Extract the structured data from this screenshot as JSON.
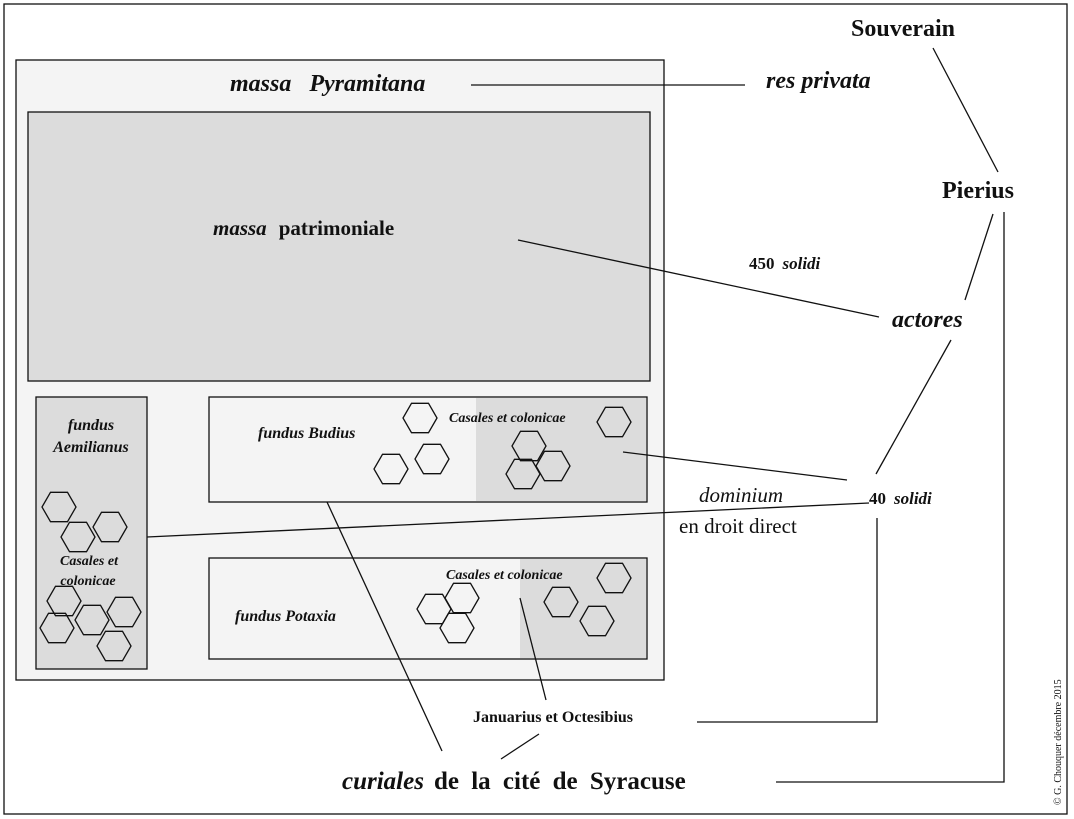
{
  "top": {
    "massa_word": "massa",
    "pyramitana": "Pyramitana",
    "res_privata": "res privata",
    "souverain": "Souverain",
    "pierius": "Pierius",
    "actores": "actores"
  },
  "patrimoniale": {
    "massa_word": "massa",
    "label": "patrimoniale"
  },
  "payment_450": {
    "amount": "450",
    "unit": "solidi"
  },
  "payment_40": {
    "amount": "40",
    "unit": "solidi"
  },
  "aemilianus": {
    "line1": "fundus",
    "line2": "Aemilianus",
    "casales1": "Casales et",
    "casales2": "colonicae"
  },
  "budius": {
    "label": "fundus Budius",
    "casales": "Casales et colonicae"
  },
  "potaxia": {
    "label": "fundus Potaxia",
    "casales": "Casales et colonicae"
  },
  "dominium": {
    "word": "dominium",
    "text": "en droit direct"
  },
  "januarius": "Januarius et Octesibius",
  "curiales": {
    "word": "curiales",
    "rest": "de la cité de Syracuse"
  },
  "copyright": "© G. Chouquer décembre 2015",
  "colors": {
    "outer_box": "#f4f4f4",
    "shaded": "#dcdcdc",
    "stroke": "#111111"
  }
}
